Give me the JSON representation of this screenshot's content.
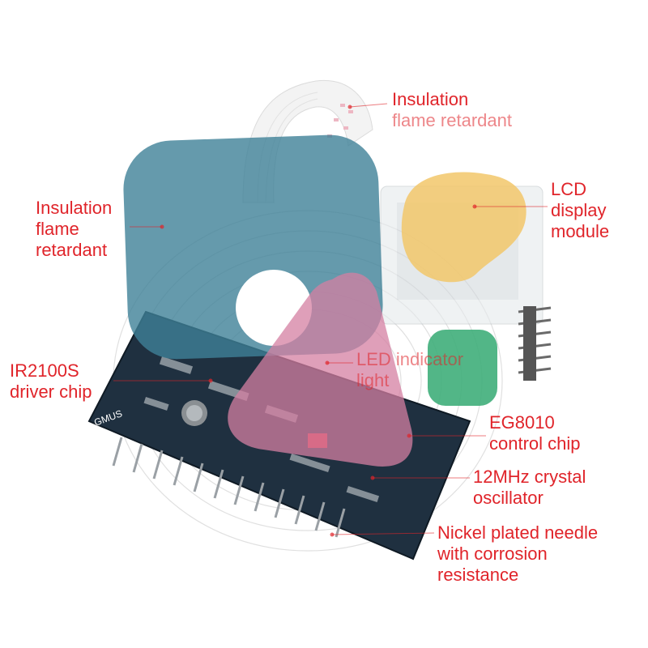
{
  "callouts": {
    "flame_top": [
      "Insulation",
      "flame retardant"
    ],
    "flame_left": [
      "Insulation",
      "flame",
      "retardant"
    ],
    "lcd": [
      "LCD",
      "display",
      "module"
    ],
    "ir": [
      "IR2100S",
      "driver chip"
    ],
    "led": [
      "LED indicator",
      "light"
    ],
    "eg": [
      "EG8010",
      "control chip"
    ],
    "crystal": [
      "12MHz crystal",
      "oscillator"
    ],
    "nickel": [
      "Nickel plated needle",
      "with corrosion",
      "resistance"
    ]
  },
  "board_marking": "GMUS",
  "colors": {
    "label_red": "#e0242a",
    "teal_shape": "#3f8197",
    "pink_shape": "#d47fa2",
    "yellow_shape": "#f2c76a",
    "green_shape": "#3fae7a",
    "pcb": "#1f3040"
  }
}
